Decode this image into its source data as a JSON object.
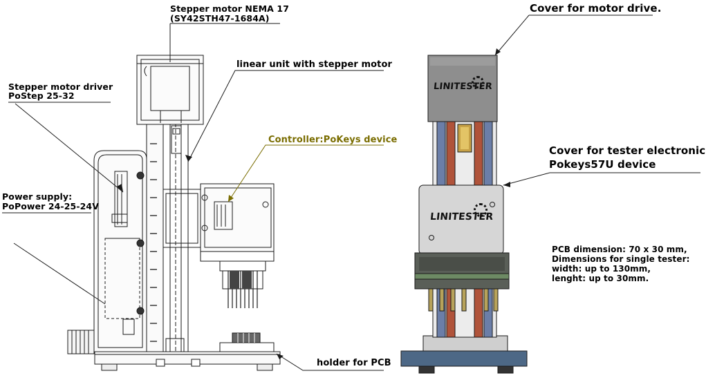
{
  "labels": {
    "stepper_motor_line1": "Stepper motor NEMA 17",
    "stepper_motor_line2": "(SY42STH47-1684A)",
    "linear_unit": "linear unit with stepper motor",
    "driver_line1": "Stepper motor driver",
    "driver_line2": "PoStep 25-32",
    "controller": "Controller:PoKeys device",
    "power_line1": "Power supply:",
    "power_line2": "PoPower 24-25-24V",
    "holder": "holder for PCB",
    "cover_motor": "Cover for motor drive.",
    "cover_tester_line1": "Cover for tester electronics",
    "cover_tester_line2": "Pokeys57U device",
    "pcb_line1": "PCB dimension: 70 x 30 mm,",
    "pcb_line2": "Dimensions for single tester:",
    "pcb_line3": "width: up to 130mm,",
    "pcb_line4": "lenght: up to 30mm."
  },
  "logos": {
    "top_cover_logo": "LINITESTER",
    "mid_cover_logo": "LINITESTER"
  },
  "colors": {
    "line": "#1a1a1a",
    "controller_label": "#7a6d00",
    "cover_top": "#8e8e8e",
    "cover_mid": "#d6d6d6",
    "rails_copper": "#b0533a",
    "rails_blue": "#6b7ea8",
    "base_plate": "#4d6886",
    "clamp_dark": "#5a5f58",
    "clamp_green": "#6d8a64"
  }
}
